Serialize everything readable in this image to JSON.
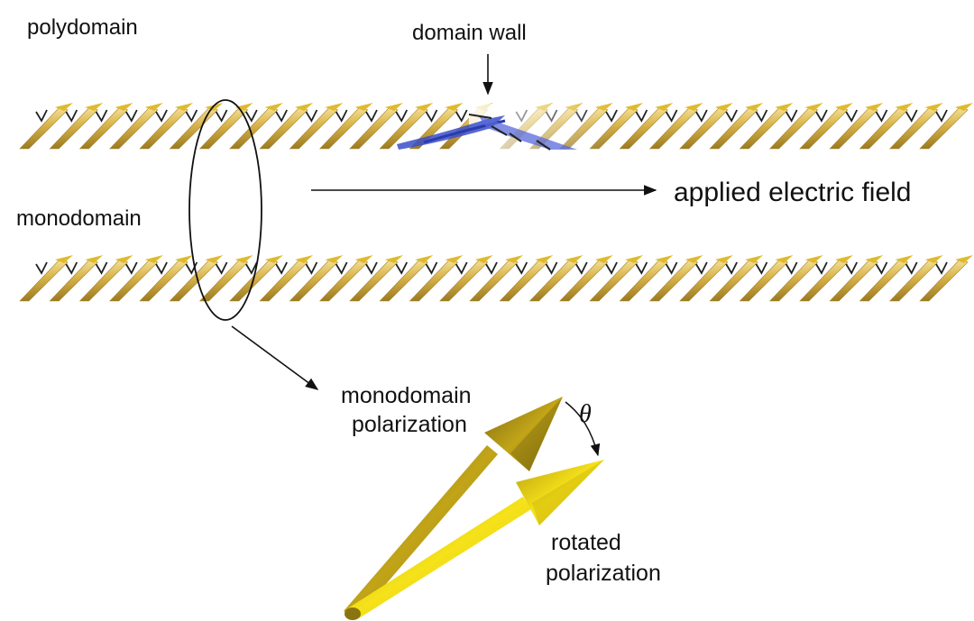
{
  "labels": {
    "polydomain": "polydomain",
    "domain_wall": "domain wall",
    "applied_field": "applied electric field",
    "monodomain": "monodomain",
    "monodomain_polarization_line1": "monodomain",
    "monodomain_polarization_line2": "polarization",
    "theta": "θ",
    "rotated_polarization_line1": "rotated",
    "rotated_polarization_line2": "polarization"
  },
  "colors": {
    "rod_gold": "#d8b24a",
    "rod_highlight": "#f6e39a",
    "rod_tip": "#e0ba2e",
    "domain_wall_blue": "#3a4fc8",
    "arrow_olive": "#b49a14",
    "arrow_yellow": "#f2dc10",
    "line": "#111111"
  },
  "rows": {
    "polydomain_rod_count": 31,
    "monodomain_rod_count": 31
  }
}
